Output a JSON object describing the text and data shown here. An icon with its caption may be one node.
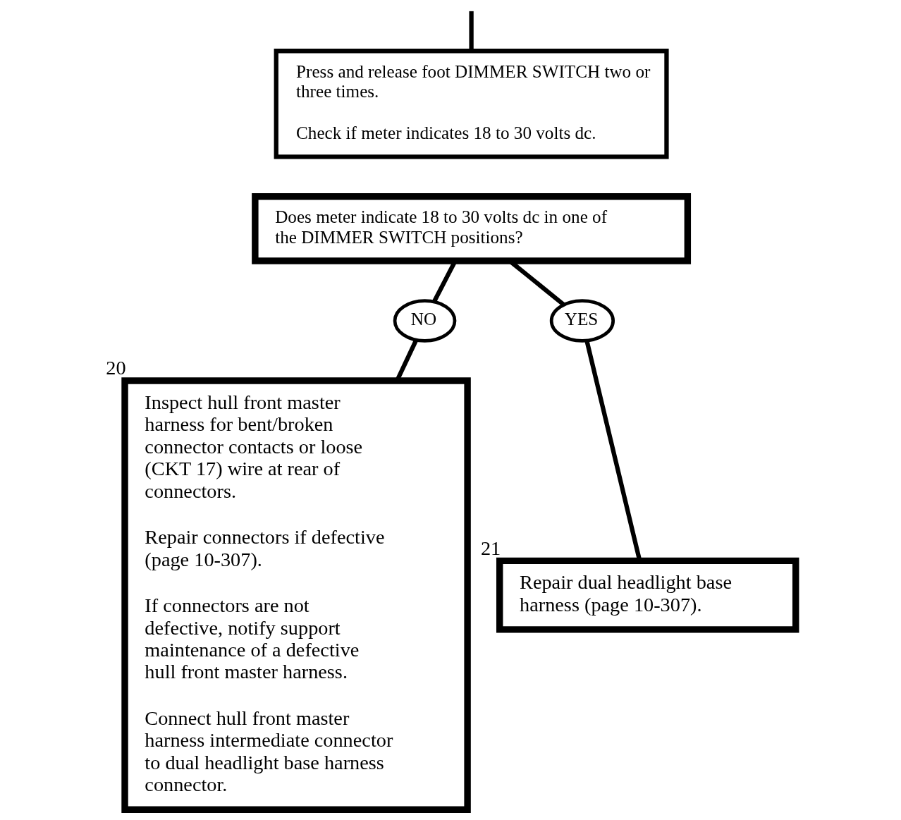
{
  "diagram": {
    "nodes": [
      {
        "text": [
          "Press and release foot DIMMER SWITCH two or three times.",
          "Check if meter indicates 18 to 30 volts dc."
        ]
      },
      {
        "text": [
          "Does meter indicate 18 to 30 volts dc in one of the DIMMER SWITCH positions?"
        ]
      },
      {
        "text": [
          "NO"
        ]
      },
      {
        "text": [
          "YES"
        ]
      },
      {
        "text": [
          "Inspect hull front master harness for bent/broken connector contacts or loose (CKT 17) wire at rear of connectors.",
          "Repair connectors if defective (page 10-307).",
          "If connectors are not defective, notify support maintenance of a defective hull front master harness.",
          "Connect hull front master harness intermediate connector to dual headlight base harness connector."
        ],
        "beside": [
          "20"
        ]
      },
      {
        "text": [
          "Repair dual headlight base harness (page 10-307)."
        ],
        "beside": [
          "21"
        ]
      }
    ],
    "edges": [
      {
        "from": null,
        "to": 0,
        "arrow": "none"
      },
      {
        "from": 1,
        "to": 2,
        "arrow": "none"
      },
      {
        "from": 1,
        "to": 3,
        "arrow": "none"
      },
      {
        "from": 2,
        "to": 4,
        "arrow": "none"
      },
      {
        "from": 3,
        "to": 5,
        "arrow": "none"
      }
    ]
  }
}
